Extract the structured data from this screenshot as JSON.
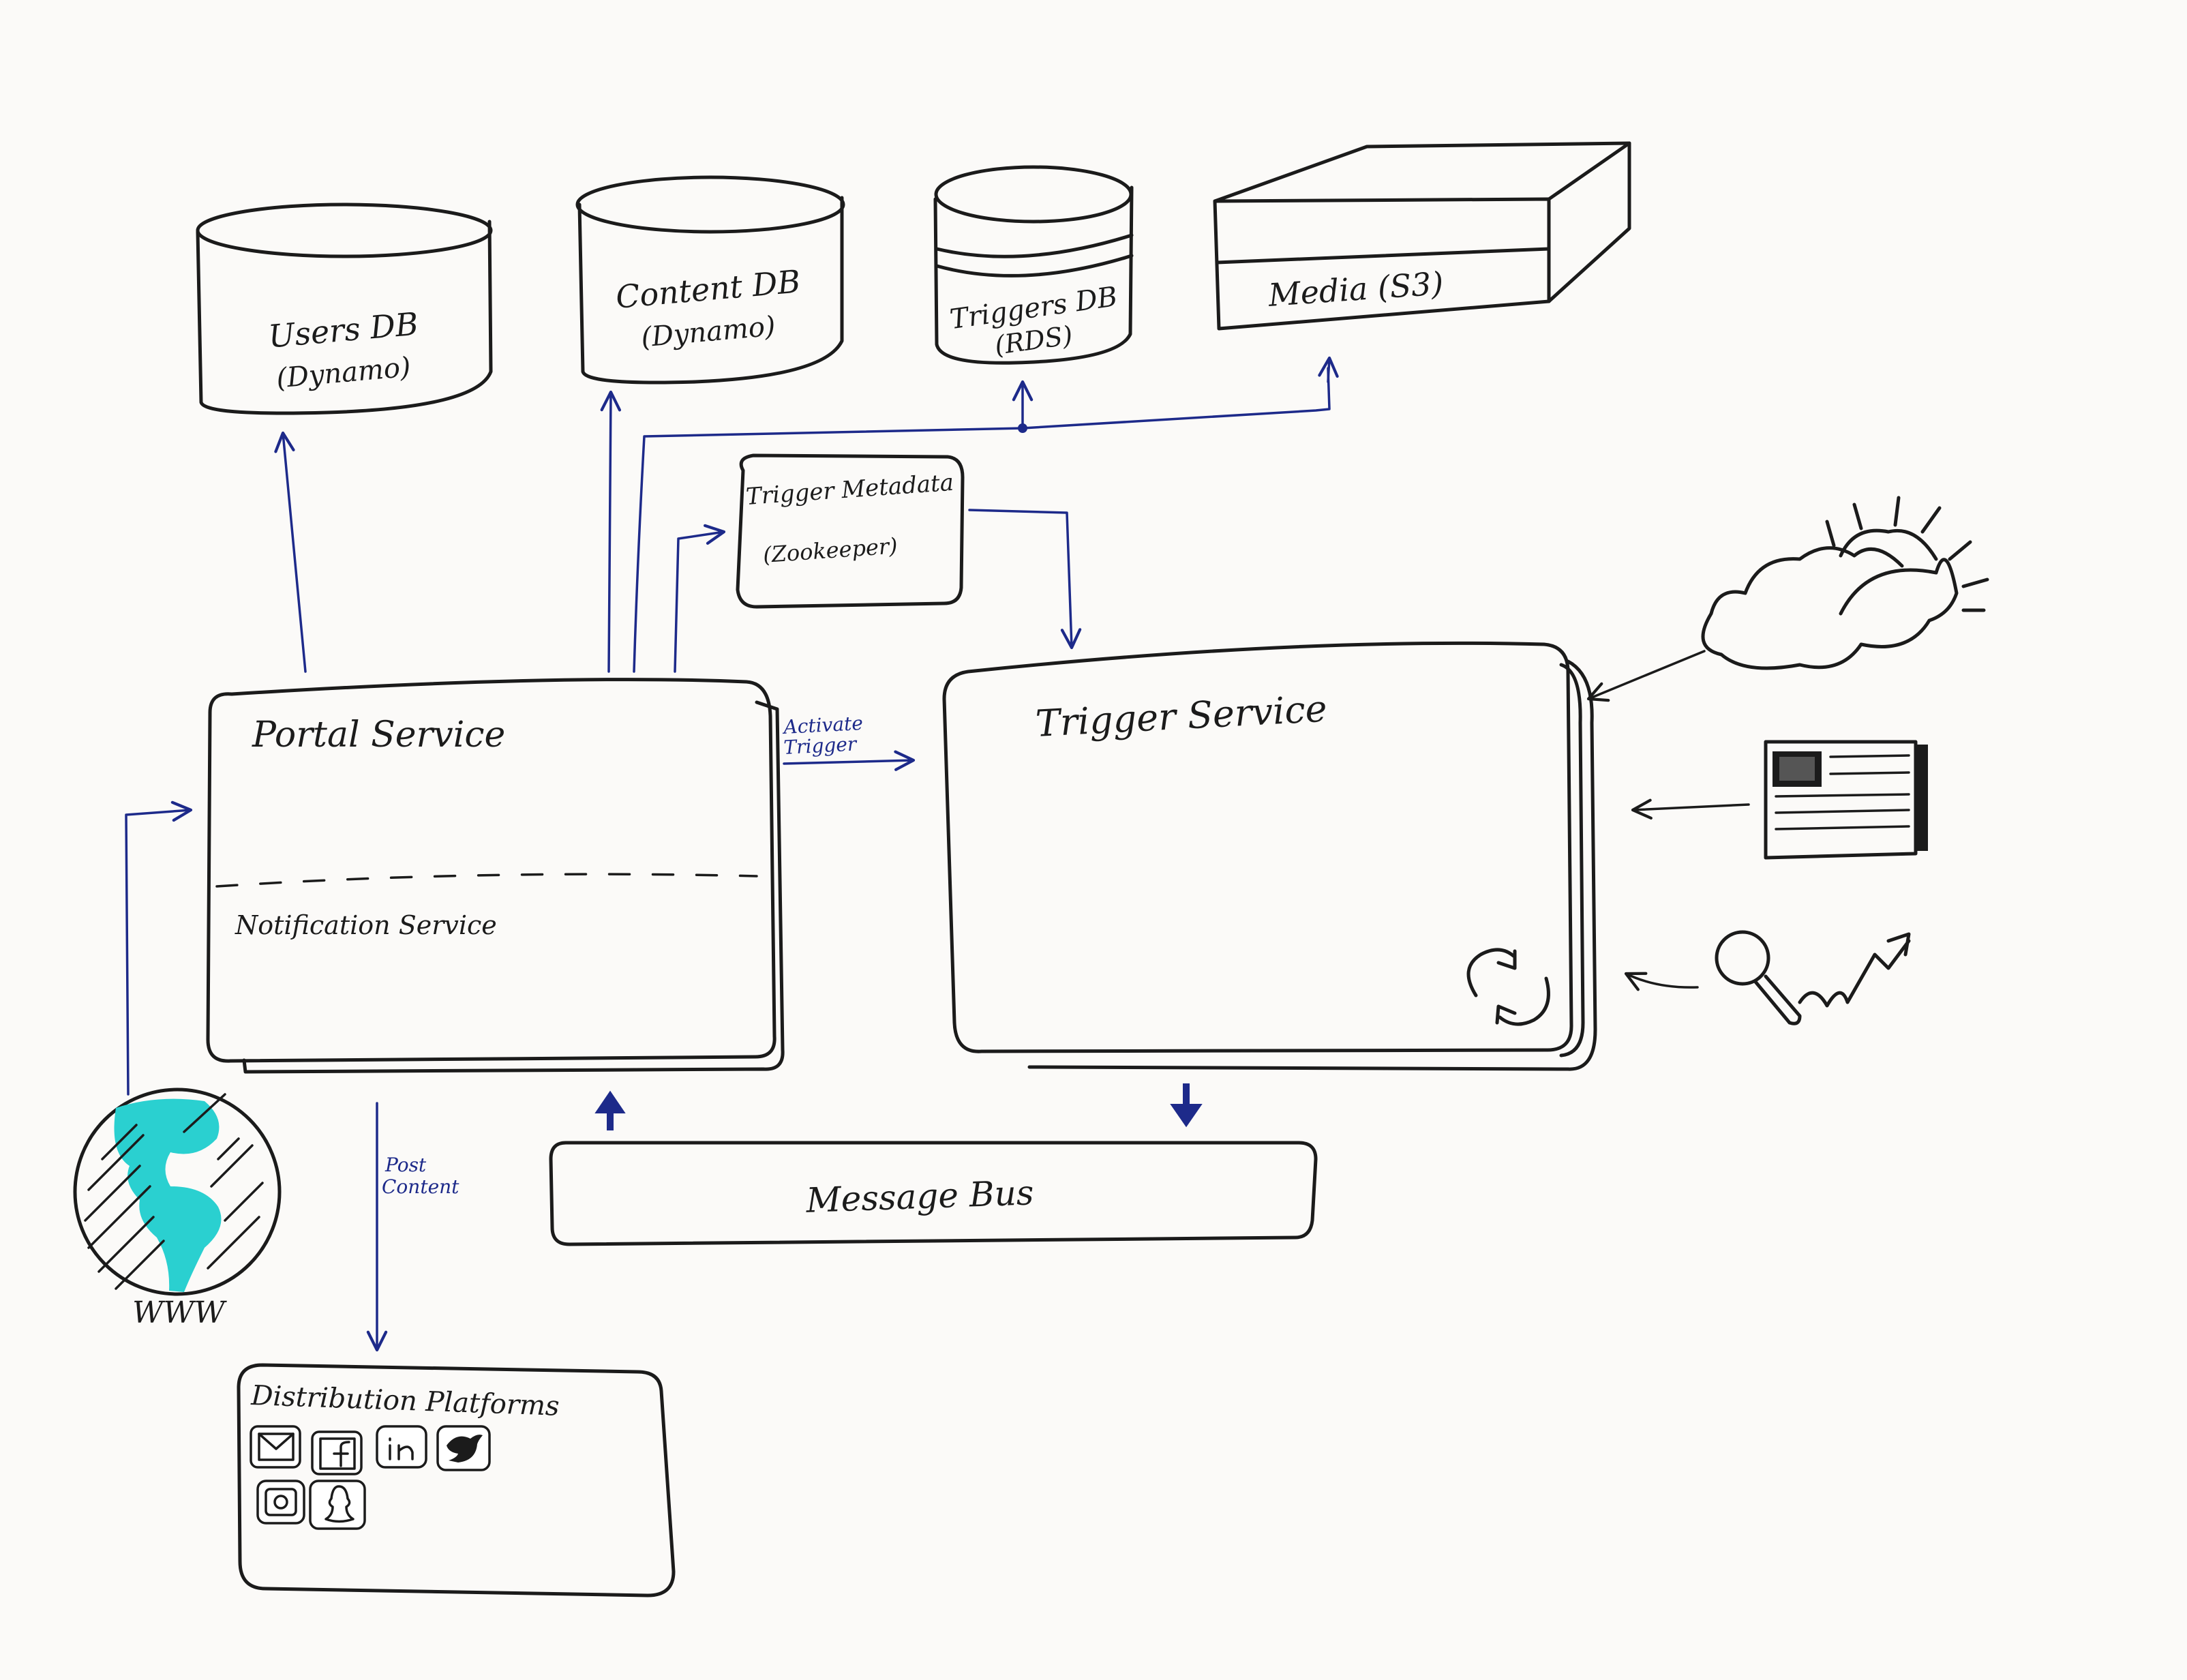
{
  "databases": {
    "users": {
      "line1": "Users DB",
      "line2": "(Dynamo)"
    },
    "content": {
      "line1": "Content DB",
      "line2": "(Dynamo)"
    },
    "triggers": {
      "line1": "Triggers DB",
      "line2": "(RDS)"
    },
    "media": {
      "label": "Media (S3)"
    }
  },
  "trigger_metadata": {
    "line1": "Trigger Metadata",
    "line2": "(Zookeeper)"
  },
  "portal_service": {
    "title": "Portal Service",
    "sub": "Notification Service"
  },
  "trigger_service": {
    "title": "Trigger Service"
  },
  "edges": {
    "activate_line1": "Activate",
    "activate_line2": "Trigger",
    "post_line1": "Post",
    "post_line2": "Content"
  },
  "message_bus": {
    "label": "Message Bus"
  },
  "www": {
    "label": "WWW"
  },
  "distribution": {
    "title": "Distribution Platforms"
  },
  "colors": {
    "ink": "#1b1b1b",
    "arrow_blue": "#1d2a8a",
    "globe_teal": "#2ad0d0",
    "paper": "#fbfaf8"
  },
  "icons": [
    "database-icon",
    "storage-box-icon",
    "cloud-sun-icon",
    "newspaper-icon",
    "magnifier-trend-icon",
    "globe-icon",
    "refresh-icon",
    "mail-icon",
    "facebook-icon",
    "linkedin-icon",
    "twitter-icon",
    "instagram-icon",
    "snapchat-icon"
  ]
}
